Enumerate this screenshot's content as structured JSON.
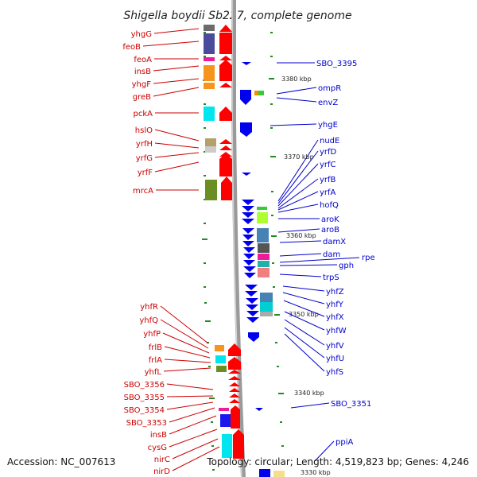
{
  "title": "Shigella boydii Sb227, complete genome",
  "footer": {
    "accession": "Accession: NC_007613",
    "summary": "Topology: circular; Length: 4,519,823 bp; Genes: 4,246"
  },
  "scale_labels": [
    "3380 kbp",
    "3370 kbp",
    "3360 kbp",
    "3350 kbp",
    "3340 kbp",
    "3330 kbp"
  ],
  "left_genes": [
    "yhgG",
    "feoB",
    "feoA",
    "insB",
    "yhgF",
    "greB",
    "pckA",
    "hslO",
    "yrfH",
    "yrfG",
    "yrfF",
    "mrcA",
    "yhfR",
    "yhfQ",
    "yhfP",
    "frlB",
    "frlA",
    "yhfL",
    "SBO_3356",
    "SBO_3355",
    "SBO_3354",
    "SBO_3353",
    "insB",
    "cysG",
    "nirC",
    "nirD"
  ],
  "right_genes": [
    "SBO_3395",
    "ompR",
    "envZ",
    "yhgE",
    "nudE",
    "yrfD",
    "yrfC",
    "yrfB",
    "yrfA",
    "hofQ",
    "aroK",
    "aroB",
    "damX",
    "dam",
    "rpe",
    "gph",
    "trpS",
    "yhfZ",
    "yhfY",
    "yhfX",
    "yhfW",
    "yhfV",
    "yhfU",
    "yhfS",
    "SBO_3351",
    "ppiA"
  ],
  "colors": {
    "left_label": "#cc0000",
    "right_label": "#0000cc",
    "forward_arrow": "#ff0000",
    "reverse_arrow": "#0000ee",
    "tick": "#228b22",
    "backbone": "#999999"
  }
}
